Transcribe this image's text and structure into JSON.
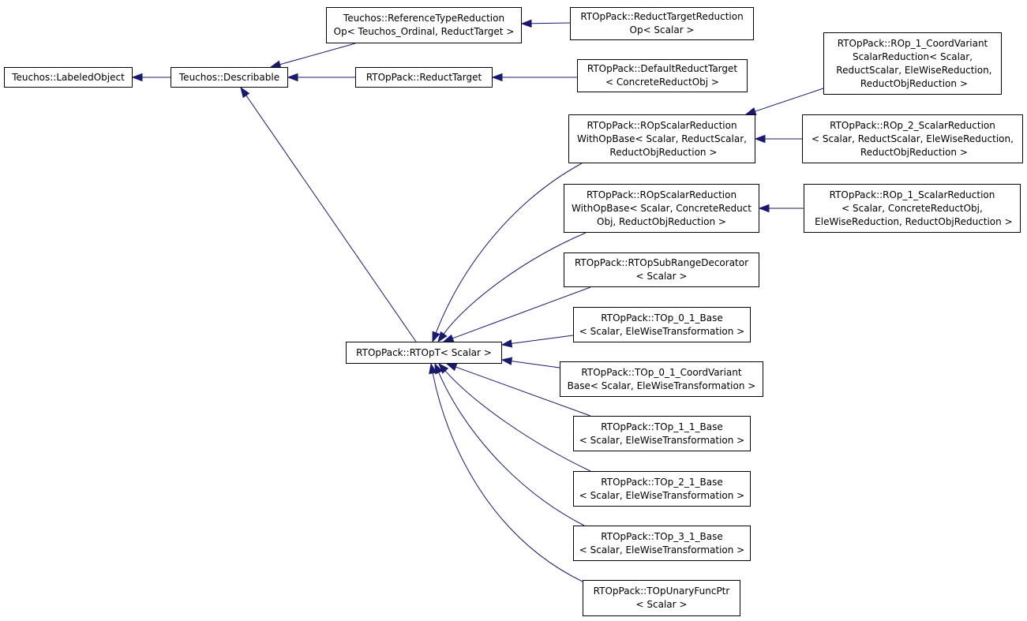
{
  "diagram": {
    "edge_color": "#191970",
    "nodes": [
      {
        "id": "labeledobject",
        "label": "Teuchos::LabeledObject"
      },
      {
        "id": "describable",
        "label": "Teuchos::Describable"
      },
      {
        "id": "reftypereduction",
        "label": "Teuchos::ReferenceTypeReduction\nOp< Teuchos_Ordinal, ReductTarget >"
      },
      {
        "id": "reducttarget",
        "label": "RTOpPack::ReductTarget"
      },
      {
        "id": "reducttargetreduction",
        "label": "RTOpPack::ReductTargetReduction\nOp< Scalar >"
      },
      {
        "id": "defaultreducttarget",
        "label": "RTOpPack::DefaultReductTarget\n< ConcreteReductObj >"
      },
      {
        "id": "rop1coordvariant",
        "label": "RTOpPack::ROp_1_CoordVariant\nScalarReduction< Scalar,\n ReductScalar, EleWiseReduction,\n ReductObjReduction >"
      },
      {
        "id": "ropscalarred1",
        "label": "RTOpPack::ROpScalarReduction\nWithOpBase< Scalar, ReductScalar,\n ReductObjReduction >"
      },
      {
        "id": "rop2scalarred",
        "label": "RTOpPack::ROp_2_ScalarReduction\n< Scalar, ReductScalar, EleWiseReduction,\n ReductObjReduction >"
      },
      {
        "id": "ropscalarred2",
        "label": "RTOpPack::ROpScalarReduction\nWithOpBase< Scalar, ConcreteReduct\nObj, ReductObjReduction >"
      },
      {
        "id": "rop1scalarred",
        "label": "RTOpPack::ROp_1_ScalarReduction\n< Scalar, ConcreteReductObj,\n EleWiseReduction, ReductObjReduction >"
      },
      {
        "id": "ropsubrange",
        "label": "RTOpPack::RTOpSubRangeDecorator\n< Scalar >"
      },
      {
        "id": "rtopt",
        "label": "RTOpPack::RTOpT< Scalar >"
      },
      {
        "id": "top01base",
        "label": "RTOpPack::TOp_0_1_Base\n< Scalar, EleWiseTransformation >"
      },
      {
        "id": "top01coordvariant",
        "label": "RTOpPack::TOp_0_1_CoordVariant\nBase< Scalar, EleWiseTransformation >"
      },
      {
        "id": "top11base",
        "label": "RTOpPack::TOp_1_1_Base\n< Scalar, EleWiseTransformation >"
      },
      {
        "id": "top21base",
        "label": "RTOpPack::TOp_2_1_Base\n< Scalar, EleWiseTransformation >"
      },
      {
        "id": "top31base",
        "label": "RTOpPack::TOp_3_1_Base\n< Scalar, EleWiseTransformation >"
      },
      {
        "id": "topunaryfuncptr",
        "label": "RTOpPack::TOpUnaryFuncPtr\n< Scalar >"
      }
    ],
    "edges": [
      {
        "from": "describable",
        "to": "labeledobject"
      },
      {
        "from": "reftypereduction",
        "to": "describable"
      },
      {
        "from": "reducttarget",
        "to": "describable"
      },
      {
        "from": "rtopt",
        "to": "describable"
      },
      {
        "from": "reducttargetreduction",
        "to": "reftypereduction"
      },
      {
        "from": "defaultreducttarget",
        "to": "reducttarget"
      },
      {
        "from": "rop1coordvariant",
        "to": "ropscalarred1"
      },
      {
        "from": "rop2scalarred",
        "to": "ropscalarred1"
      },
      {
        "from": "rop1scalarred",
        "to": "ropscalarred2"
      },
      {
        "from": "ropscalarred1",
        "to": "rtopt"
      },
      {
        "from": "ropscalarred2",
        "to": "rtopt"
      },
      {
        "from": "ropsubrange",
        "to": "rtopt"
      },
      {
        "from": "top01base",
        "to": "rtopt"
      },
      {
        "from": "top01coordvariant",
        "to": "rtopt"
      },
      {
        "from": "top11base",
        "to": "rtopt"
      },
      {
        "from": "top21base",
        "to": "rtopt"
      },
      {
        "from": "top31base",
        "to": "rtopt"
      },
      {
        "from": "topunaryfuncptr",
        "to": "rtopt"
      }
    ]
  }
}
